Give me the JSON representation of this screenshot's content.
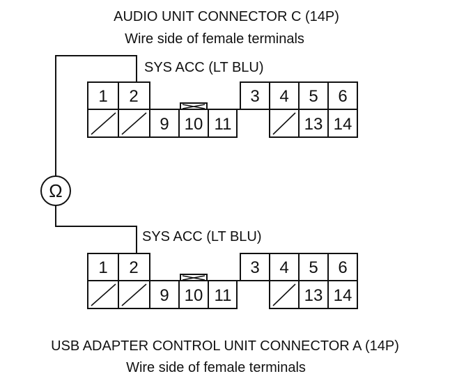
{
  "top_connector": {
    "title": "AUDIO UNIT CONNECTOR C (14P)",
    "subtitle": "Wire side of female terminals",
    "wire_label": "SYS ACC (LT BLU)",
    "pins": {
      "p1": "1",
      "p2": "2",
      "p3": "3",
      "p4": "4",
      "p5": "5",
      "p6": "6",
      "p9": "9",
      "p10": "10",
      "p11": "11",
      "p13": "13",
      "p14": "14"
    }
  },
  "bottom_connector": {
    "title": "USB ADAPTER CONTROL UNIT CONNECTOR A (14P)",
    "subtitle": "Wire side of female terminals",
    "wire_label": "SYS ACC (LT BLU)",
    "pins": {
      "p1": "1",
      "p2": "2",
      "p3": "3",
      "p4": "4",
      "p5": "5",
      "p6": "6",
      "p9": "9",
      "p10": "10",
      "p11": "11",
      "p13": "13",
      "p14": "14"
    }
  },
  "meter": {
    "symbol": "Ω",
    "icon": "ohmmeter-icon"
  }
}
